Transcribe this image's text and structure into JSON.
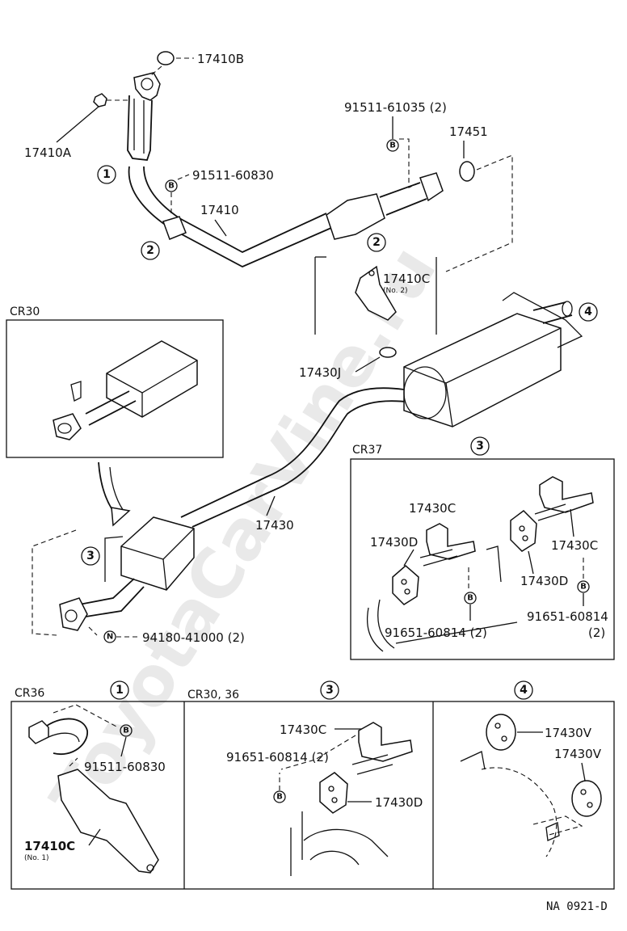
{
  "watermark": "ToyotaCarVine.ru",
  "footer_code": "NA 0921-D",
  "sections": {
    "cr30_top": "CR30",
    "cr37": "CR37",
    "cr36": "CR36",
    "cr30_36": "CR30, 36"
  },
  "callouts": {
    "c1": "1",
    "c2": "2",
    "c3": "3",
    "c4": "4",
    "b": "B",
    "n": "N"
  },
  "labels": {
    "p17410B": "17410B",
    "p17410A": "17410A",
    "p91511_61035": "91511-61035 (2)",
    "p17451": "17451",
    "p91511_60830_top": "91511-60830",
    "p17410": "17410",
    "p17410C_no2": "17410C",
    "no2": "(No. 2)",
    "p17430J": "17430J",
    "p17430": "17430",
    "p94180": "94180-41000 (2)",
    "cr37_17430C_a": "17430C",
    "cr37_17430D_a": "17430D",
    "cr37_17430C_b": "17430C",
    "cr37_17430D_b": "17430D",
    "cr37_91651_a": "91651-60814 (2)",
    "cr37_91651_b": "91651-60814",
    "cr37_91651_b_qty": "(2)",
    "cr36_91511": "91511-60830",
    "cr36_17410C": "17410C",
    "no1": "(No. 1)",
    "mid_17430C": "17430C",
    "mid_91651": "91651-60814 (2)",
    "mid_17430D": "17430D",
    "r_17430V_a": "17430V",
    "r_17430V_b": "17430V"
  }
}
